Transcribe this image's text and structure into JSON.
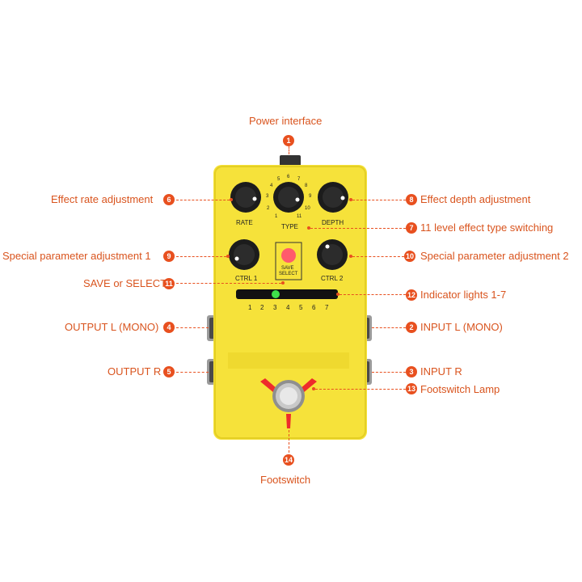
{
  "callouts": {
    "power": {
      "num": "1",
      "text": "Power interface"
    },
    "input_l": {
      "num": "2",
      "text": "INPUT L (MONO)"
    },
    "input_r": {
      "num": "3",
      "text": "INPUT R"
    },
    "output_l": {
      "num": "4",
      "text": "OUTPUT L (MONO)"
    },
    "output_r": {
      "num": "5",
      "text": "OUTPUT R"
    },
    "rate": {
      "num": "6",
      "text": "Effect rate adjustment"
    },
    "type": {
      "num": "7",
      "text": "11 level effect type switching"
    },
    "depth": {
      "num": "8",
      "text": "Effect depth adjustment"
    },
    "ctrl1": {
      "num": "9",
      "text": "Special parameter adjustment 1"
    },
    "ctrl2": {
      "num": "10",
      "text": "Special parameter adjustment 2"
    },
    "save": {
      "num": "11",
      "text": "SAVE or SELECT"
    },
    "indicators": {
      "num": "12",
      "text": "Indicator lights 1-7"
    },
    "lamp": {
      "num": "13",
      "text": "Footswitch Lamp"
    },
    "footswitch": {
      "num": "14",
      "text": "Footswitch"
    }
  },
  "pedal": {
    "rate_label": "RATE",
    "type_label": "TYPE",
    "depth_label": "DEPTH",
    "ctrl1_label": "CTRL 1",
    "ctrl2_label": "CTRL 2",
    "save_label_1": "SAVE",
    "save_label_2": "SELECT",
    "type_scale": [
      "1",
      "2",
      "3",
      "4",
      "5",
      "6",
      "7",
      "8",
      "9",
      "10",
      "11"
    ],
    "indicator_numbers": [
      "1",
      "2",
      "3",
      "4",
      "5",
      "6",
      "7"
    ],
    "active_indicator": "3"
  },
  "colors": {
    "pedal_body": "#f6e23a",
    "accent": "#e8501f",
    "led_on": "#3ee04a",
    "save_button": "#ff5b6c"
  }
}
